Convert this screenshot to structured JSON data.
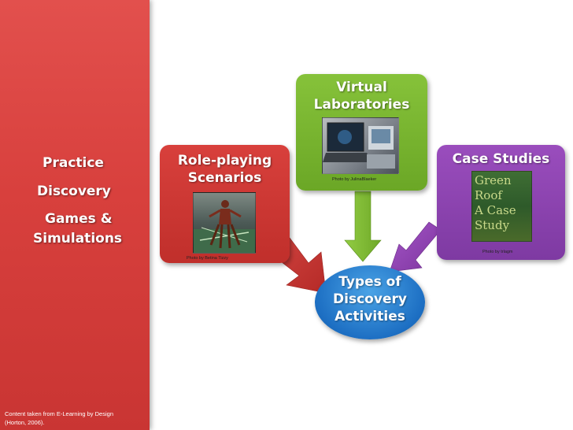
{
  "sidebar": {
    "items": [
      "Practice",
      "Discovery",
      "Games &",
      "Simulations"
    ],
    "credit_line1": "Content taken from  E-Learning by Design",
    "credit_line2": "(Horton, 2006)."
  },
  "boxes": {
    "role_playing": {
      "title_line1": "Role-playing",
      "title_line2": "Scenarios",
      "photo_credit": "Photo by Betina Tizzy",
      "color": "#c9302c"
    },
    "virtual_labs": {
      "title_line1": "Virtual",
      "title_line2": "Laboratories",
      "photo_credit": "Photo by JulinaBlaeker",
      "color": "#7ab82e"
    },
    "case_studies": {
      "title": "Case Studies",
      "photo_credit": "Photo by trlagm",
      "cover_text": [
        "Green",
        "Roof",
        "A Case",
        "Study"
      ],
      "color": "#8e3fb0"
    }
  },
  "center": {
    "line1": "Types of",
    "line2": "Discovery",
    "line3": "Activities",
    "color": "#1d6fc3"
  }
}
